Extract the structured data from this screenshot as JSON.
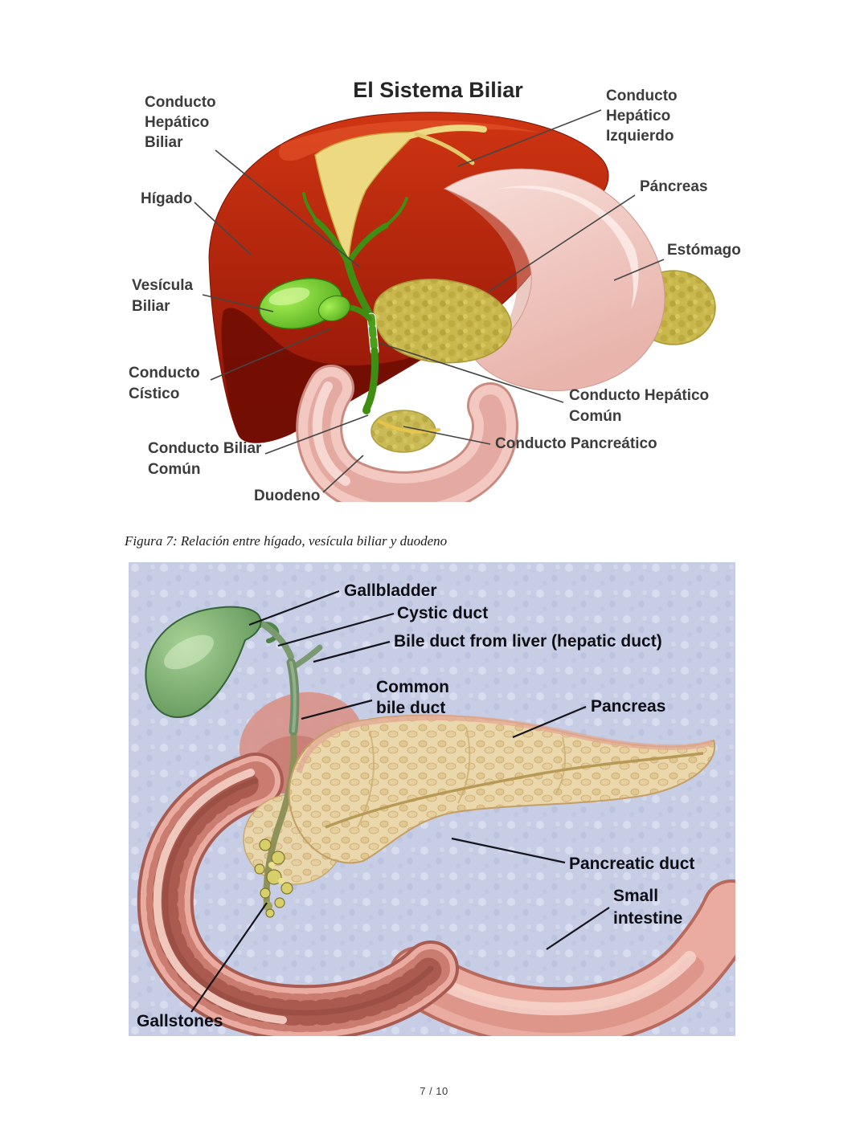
{
  "page": {
    "caption": "Figura 7: Relación entre hígado, vesícula biliar y duodeno",
    "footer": "7 / 10"
  },
  "biliary_diagram": {
    "title": "El Sistema Biliar",
    "labels": {
      "hepatico_biliar": [
        "Conducto",
        "Hepático",
        "Biliar"
      ],
      "higado": "Hígado",
      "vesicula_biliar": [
        "Vesícula",
        "Biliar"
      ],
      "conducto_cistico": [
        "Conducto",
        "Cístico"
      ],
      "conducto_biliar_comun": [
        "Conducto Biliar",
        "Común"
      ],
      "duodeno": "Duodeno",
      "hepatico_izquierdo": [
        "Conducto",
        "Hepático",
        "Izquierdo"
      ],
      "pancreas": "Páncreas",
      "estomago": "Estómago",
      "hepatico_comun": [
        "Conducto Hepático",
        "Común"
      ],
      "conducto_pancreatico": "Conducto Pancreático"
    },
    "colors": {
      "liver": "#a81c08",
      "liver_dark": "#700d03",
      "gallbladder": "#5fc428",
      "stomach": "#f3cfc9",
      "pancreas": "#c9b84e",
      "duct_green": "#3f8e12",
      "duct_yellow": "#eed983"
    }
  },
  "digestive_diagram": {
    "labels": {
      "gallbladder": "Gallbladder",
      "cystic_duct": "Cystic duct",
      "bile_duct": "Bile duct from liver (hepatic duct)",
      "common_bile_duct": [
        "Common",
        "bile duct"
      ],
      "pancreas": "Pancreas",
      "pancreatic_duct": "Pancreatic duct",
      "small_intestine": [
        "Small",
        "intestine"
      ],
      "gallstones": "Gallstones"
    },
    "colors": {
      "background": "#c7cde4",
      "gallbladder": "#6fa862",
      "pancreas": "#ead7ab",
      "intestine": "#eaaca1",
      "gallstones": "#d9cf6a"
    }
  }
}
